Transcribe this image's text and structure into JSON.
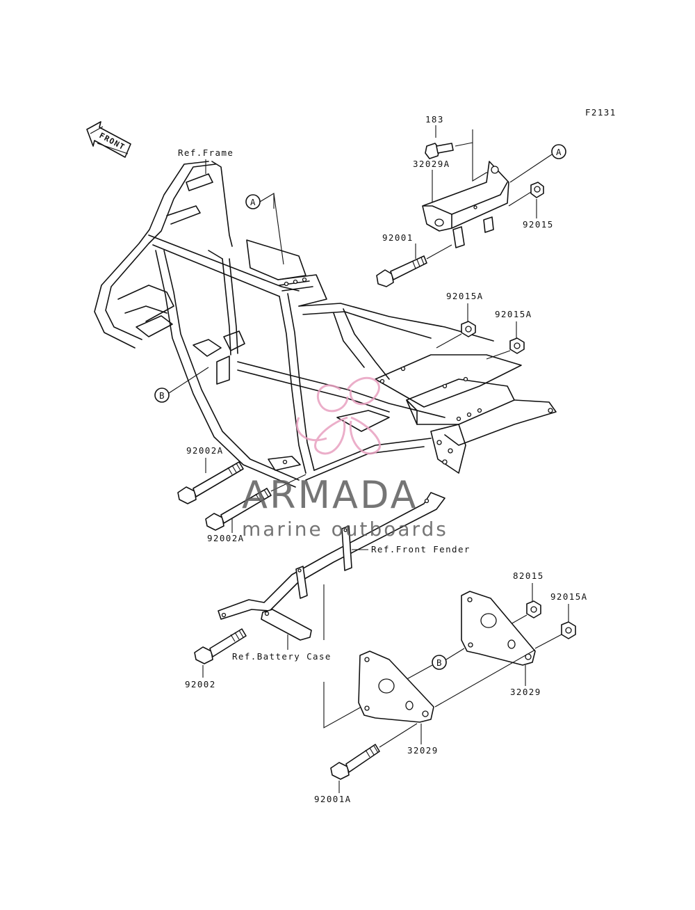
{
  "diagram": {
    "code": "F2131",
    "front_arrow": "FRONT",
    "refs": {
      "frame": "Ref.Frame",
      "front_fender": "Ref.Front Fender",
      "battery_case": "Ref.Battery Case"
    },
    "parts": {
      "p183": "183",
      "p32029A": "32029A",
      "p92001": "92001",
      "p92015": "92015",
      "p92015A_1": "92015A",
      "p92015A_2": "92015A",
      "p92002A_1": "92002A",
      "p92002A_2": "92002A",
      "p82015": "82015",
      "p92015A_3": "92015A",
      "p92002": "92002",
      "p32029_1": "32029",
      "p32029_2": "32029",
      "p92001A": "92001A"
    },
    "callouts": {
      "a1": "A",
      "a2": "A",
      "b1": "B",
      "b2": "B"
    }
  },
  "watermark": {
    "brand": "ARMADA",
    "tagline": "marine outboards",
    "color_logo": "#e8a0c0",
    "color_text": "#5e5e5e"
  }
}
